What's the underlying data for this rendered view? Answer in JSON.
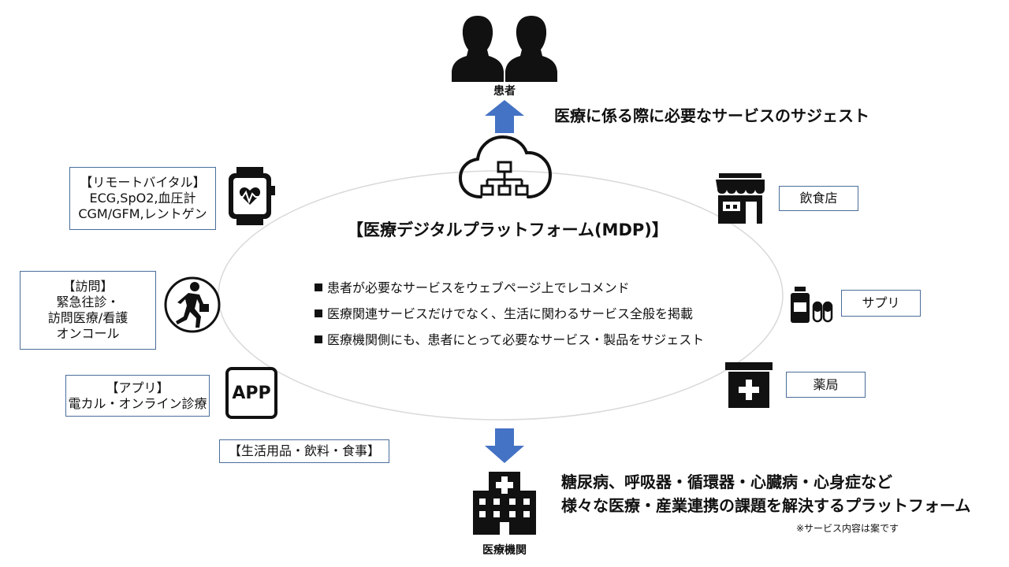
{
  "top": {
    "patient_label": "患者",
    "suggest_text": "医療に係る際に必要なサービスのサジェスト"
  },
  "platform": {
    "title": "【医療デジタルプラットフォーム(MDP)】",
    "bullets": [
      "患者が必要なサービスをウェブページ上でレコメンド",
      "医療関連サービスだけでなく、生活に関わるサービス全般を掲載",
      "医療機関側にも、患者にとって必要なサービス・製品をサジェスト"
    ]
  },
  "left_boxes": {
    "remote_vital": [
      "【リモートバイタル】",
      "ECG,SpO2,血圧計",
      "CGM/GFM,レントゲン"
    ],
    "visit": [
      "【訪問】",
      "緊急往診・",
      "訪問医療/看護",
      "オンコール"
    ],
    "app": [
      "【アプリ】",
      "電カル・オンライン診療"
    ],
    "daily": "【生活用品・飲料・食事】",
    "app_icon_text": "APP"
  },
  "right_boxes": {
    "restaurant": "飲食店",
    "supplement": "サプリ",
    "pharmacy": "薬局"
  },
  "bottom": {
    "institution_label": "医療機関",
    "headline_1": "糖尿病、呼吸器・循環器・心臓病・心身症など",
    "headline_2": "様々な医療・産業連携の課題を解決するプラットフォーム",
    "note": "※サービス内容は案です"
  },
  "colors": {
    "arrow": "#4472c4",
    "box_border": "#4a6d9a",
    "icon": "#111111",
    "ellipse": "#d9d9d9"
  }
}
